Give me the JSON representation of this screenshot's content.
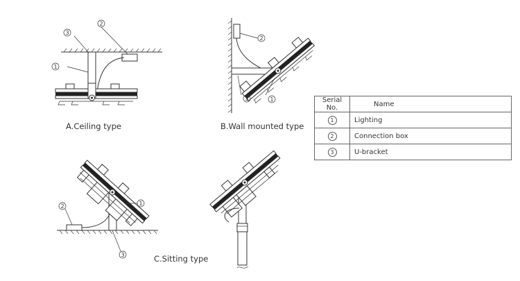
{
  "callouts": {
    "n1": "1",
    "n2": "2",
    "n3": "3"
  },
  "captions": {
    "ceiling": "A.Ceiling type",
    "wall": "B.Wall mounted type",
    "sitting": "C.Sitting type"
  },
  "legend": {
    "header": [
      "Serial No.",
      "Name"
    ],
    "rows": [
      {
        "no": "1",
        "name": "Lighting"
      },
      {
        "no": "2",
        "name": "Connection box"
      },
      {
        "no": "3",
        "name": "U-bracket"
      }
    ]
  }
}
